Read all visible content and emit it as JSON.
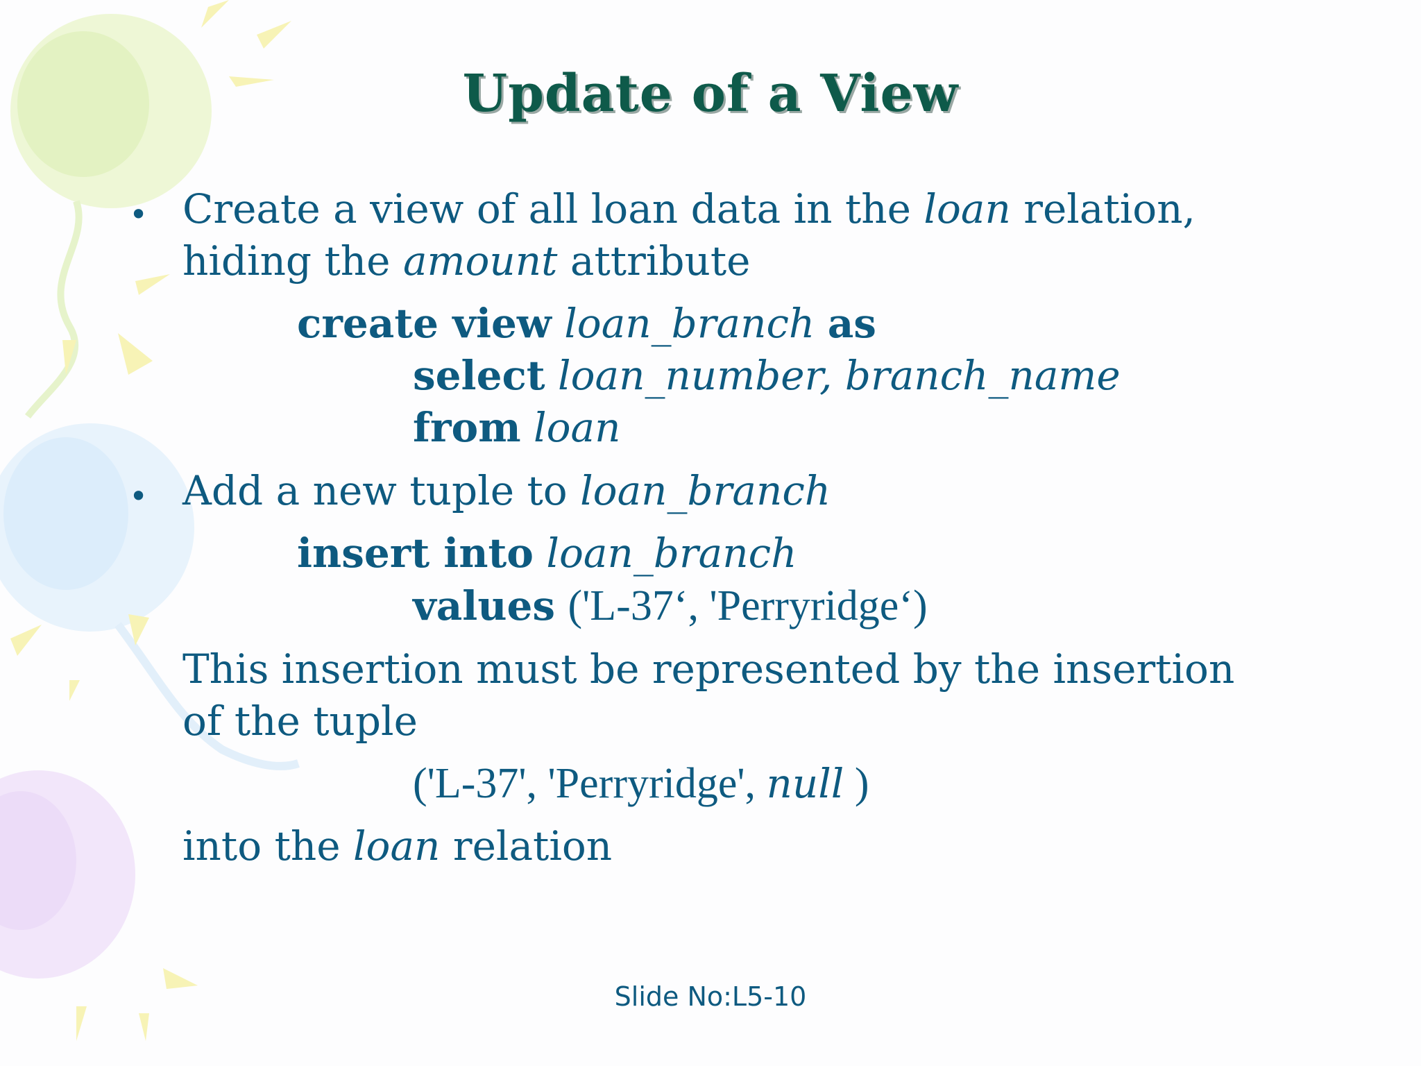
{
  "title": "Update of a View",
  "bullet1": {
    "line1_a": "Create a view of all loan data in the ",
    "line1_b": "loan",
    "line1_c": " relation,",
    "line2_a": "hiding the ",
    "line2_b": "amount",
    "line2_c": " attribute"
  },
  "code1": {
    "kw_create_view": "create view",
    "name": "loan_branch",
    "kw_as": "as",
    "kw_select": "select",
    "select_cols": "loan_number, branch_name",
    "kw_from": "from",
    "from_rel": "loan"
  },
  "bullet2": {
    "text_a": "Add a new tuple to ",
    "text_b": "loan_branch"
  },
  "code2": {
    "kw_insert_into": "insert into",
    "name": "loan_branch",
    "kw_values": "values",
    "values_text": "('L-37‘, 'Perryridge‘)"
  },
  "explain": {
    "line1": "This insertion must be represented by the insertion",
    "line2": "of the tuple",
    "tuple_a": "('L-37', 'Perryridge',  ",
    "tuple_b": "null",
    "tuple_c": " )",
    "line3_a": "into the ",
    "line3_b": "loan",
    "line3_c": " relation"
  },
  "footer": "Slide No:L5-10",
  "colors": {
    "text": "#0e5a80",
    "title": "#0e5a4a"
  }
}
